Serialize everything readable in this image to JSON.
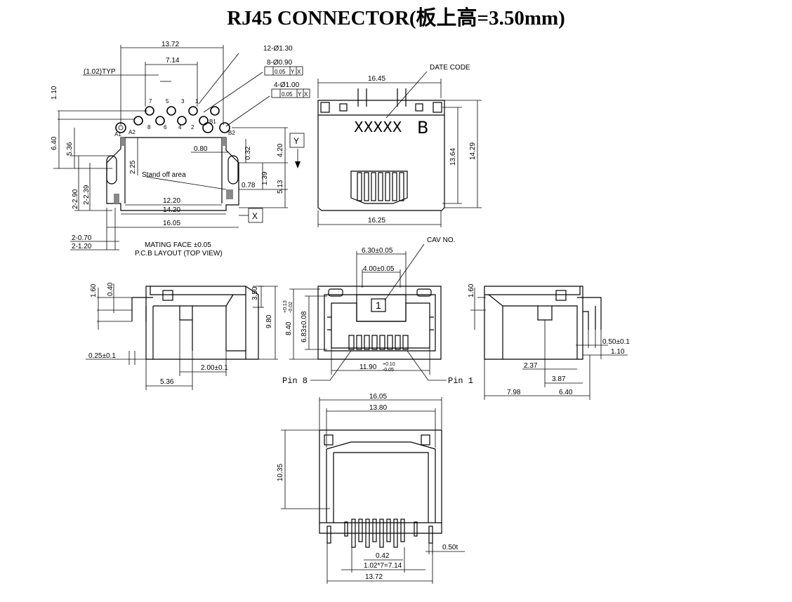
{
  "title": "RJ45 CONNECTOR(板上高=3.50mm)",
  "pcb_layout": {
    "dims_top": [
      "13.72",
      "7.14",
      "(1.02)TYP",
      "12-Ø1.30",
      "8-Ø0.90",
      "0.05",
      "Y",
      "X",
      "4-Ø1.00",
      "0.05",
      "Y",
      "X"
    ],
    "dims_left": [
      "1.10",
      "6.40",
      "5.36",
      "2.25",
      "2-2.90",
      "2-2.39"
    ],
    "dims_right": [
      "0.80",
      "0.32",
      "4.20",
      "1.39",
      "0.78",
      "5.13"
    ],
    "dims_bottom": [
      "12.20",
      "14.20",
      "16.05",
      "2-0.70",
      "2-1.20"
    ],
    "pin_labels": [
      "7",
      "5",
      "3",
      "1",
      "8",
      "6",
      "4",
      "2",
      "A1",
      "A2",
      "B1",
      "B2"
    ],
    "datum_y": "Y",
    "datum_x": "X",
    "standoff": "Stand off area",
    "caption1": "MATING FACE ±0.05",
    "caption2": "P.C.B LAYOUT (TOP VIEW)"
  },
  "top_view": {
    "dims": [
      "16.45",
      "16.25",
      "13.64",
      "14.29"
    ],
    "date_code_label": "DATE CODE",
    "marking_code": "XXXXX",
    "marking_letter": "B"
  },
  "left_view": {
    "dims": [
      "1.60",
      "0.40",
      "3.50",
      "9.80",
      "0.25±0.1",
      "2.00±0.1",
      "5.36"
    ]
  },
  "front_view": {
    "cav_label": "CAV NO.",
    "cav_number": "1",
    "dims": [
      "6.30±0.05",
      "4.00±0.05",
      "8.40",
      "+0.13",
      "-0.02",
      "6.83±0.08",
      "11.90",
      "+0.10",
      "-0.05"
    ],
    "pin8": "Pin 8",
    "pin1": "Pin 1"
  },
  "right_view": {
    "dims": [
      "1.60",
      "0.50±0.1",
      "1.10",
      "2.37",
      "3.87",
      "7.98",
      "6.40"
    ]
  },
  "bottom_view": {
    "dims": [
      "16.05",
      "13.80",
      "10.35",
      "0.50t",
      "0.42",
      "1.02*7=7.14",
      "13.72"
    ]
  }
}
